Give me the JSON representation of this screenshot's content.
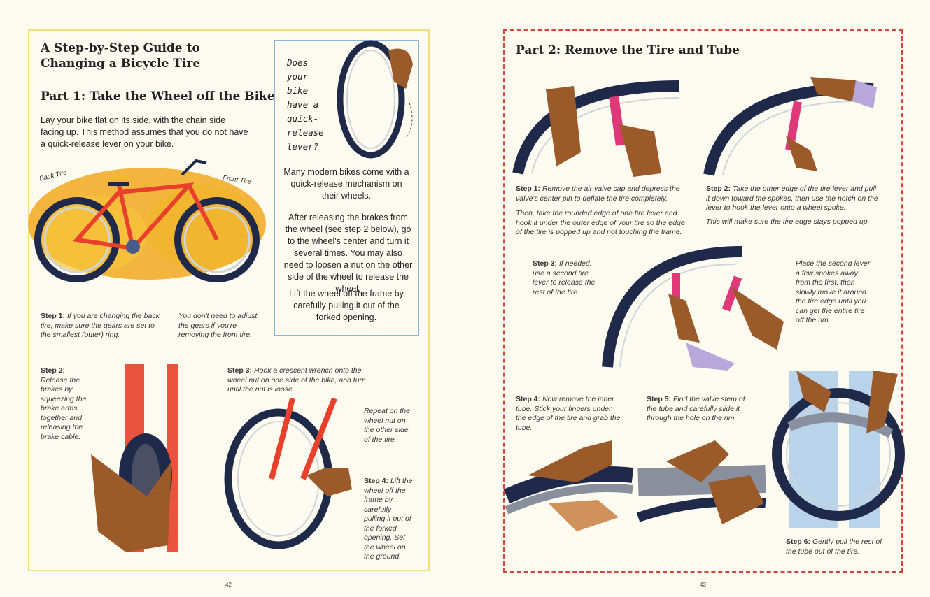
{
  "left": {
    "title": "A Step-by-Step Guide to Changing a Bicycle Tire",
    "part1_heading": "Part 1: Take the Wheel off the Bike",
    "intro": "Lay your bike flat on its side, with the chain side facing up. This method assumes that you do not have a quick-release lever on your bike.",
    "back_tire_label": "Back Tire",
    "front_tire_label": "Front Tire",
    "step1_label": "Step 1:",
    "step1_text": "If you are changing the back tire, make sure the gears are set to the smallest (outer) ring.",
    "step1_note": "You don't need to adjust the gears if you're removing the front tire.",
    "sidebar": {
      "question": "Does your bike have a quick-release lever?",
      "p1": "Many modern bikes come with a quick-release mechanism on their wheels.",
      "p2": "After releasing the brakes from the wheel (see step 2 below), go to the wheel's center and turn it several times. You may also need to loosen a nut on the other side of the wheel to release the wheel.",
      "p3": "Lift the wheel off the frame by carefully pulling it out of the forked opening."
    },
    "step2_label": "Step 2:",
    "step2_text": "Release the brakes by squeezing the brake arms together and releasing the brake cable.",
    "step3_label": "Step 3:",
    "step3_text": "Hook a crescent wrench onto the wheel nut on one side of the bike, and turn until the nut is loose.",
    "step3_note": "Repeat on the wheel nut on the other side of the tire.",
    "step4_label": "Step 4:",
    "step4_text": "Lift the wheel off the frame by carefully pulling it out of the forked opening. Set the wheel on the ground.",
    "page_number": "42"
  },
  "right": {
    "part2_heading": "Part 2: Remove the Tire and Tube",
    "step1_label": "Step 1:",
    "step1_text": "Remove the air valve cap and depress the valve's center pin to deflate the tire completely.",
    "step1_text2": "Then, take the rounded edge of one tire lever and hook it under the outer edge of your tire so the edge of the tire is popped up and not touching the frame.",
    "step2_label": "Step 2:",
    "step2_text": "Take the other edge of the tire lever and pull it down toward the spokes, then use the notch on the lever to hook the lever onto a wheel spoke.",
    "step2_text2": "This will make sure the tire edge stays popped up.",
    "step3_label": "Step 3:",
    "step3_text": "If needed, use a second tire lever to release the rest of the tire.",
    "step3_note": "Place the second lever a few spokes away from the first, then slowly move it around the tire edge until you can get the entire tire off the rim.",
    "step4_label": "Step 4:",
    "step4_text": "Now remove the inner tube. Stick your fingers under the edge of the tire and grab the tube.",
    "step5_label": "Step 5:",
    "step5_text": "Find the valve stem of the tube and carefully slide it through the hole on the rim.",
    "step6_label": "Step 6:",
    "step6_text": "Gently pull the rest of the tube out of the tire.",
    "page_number": "43"
  },
  "colors": {
    "tire": "#1f2a4a",
    "bike": "#e8402a",
    "lever": "#e0397a",
    "skin": "#9a5a2a",
    "leaves": "#f2a81e",
    "sleeve": "#b7a8dc"
  }
}
